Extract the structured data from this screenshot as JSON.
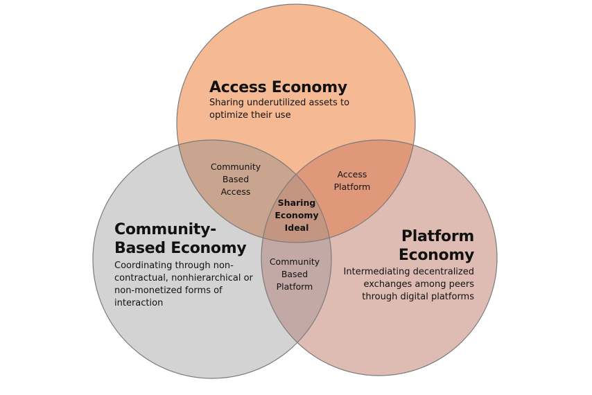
{
  "sets": {
    "access": {
      "title": "Access Economy",
      "description": "Sharing underutilized assets to\noptimize their use",
      "color": "#f5b994"
    },
    "community": {
      "title": "Community-\nBased Economy",
      "description": "Coordinating through non-\ncontractual, nonhierarchical or\nnon-monetized forms of\ninteraction",
      "color": "#d3d3d3"
    },
    "platform": {
      "title": "Platform\nEconomy",
      "description": "Intermediating decentralized\nexchanges among peers\nthrough digital platforms",
      "color": "#dfbcb3"
    }
  },
  "overlaps": {
    "community_access": "Community\nBased\nAccess",
    "access_platform": "Access\nPlatform",
    "community_platform": "Community\nBased\nPlatform",
    "center": "Sharing\nEconomy\nIdeal"
  },
  "colors": {
    "community_access": "#c9a48e",
    "access_platform": "#e0987a",
    "community_platform": "#c2a9a6",
    "center": "#c49681",
    "outline": "#7a7a7a"
  }
}
